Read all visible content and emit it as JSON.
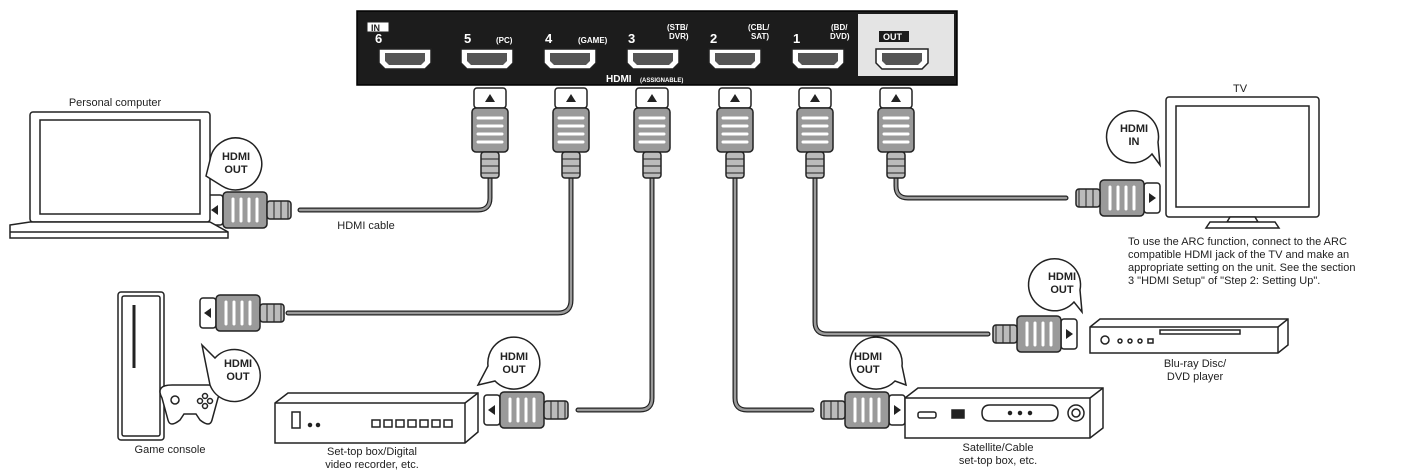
{
  "panel": {
    "in_tag": "IN",
    "out_tag": "OUT",
    "caption": "HDMI",
    "caption_sub": "(ASSIGNABLE)",
    "ports": [
      {
        "num": "6",
        "tag": ""
      },
      {
        "num": "5",
        "tag": "(PC)"
      },
      {
        "num": "4",
        "tag": "(GAME)"
      },
      {
        "num": "3",
        "tag": "(STB/ DVR)",
        "tag1": "(STB/",
        "tag2": "DVR)"
      },
      {
        "num": "2",
        "tag": "(CBL/ SAT)",
        "tag1": "(CBL/",
        "tag2": "SAT)"
      },
      {
        "num": "1",
        "tag": "(BD/ DVD)",
        "tag1": "(BD/",
        "tag2": "DVD)"
      }
    ]
  },
  "bubble": {
    "line1": "HDMI",
    "out": "OUT",
    "in": "IN"
  },
  "devices": {
    "pc": "Personal computer",
    "cable": "HDMI cable",
    "tv": "TV",
    "game": "Game console",
    "stb_line1": "Set-top box/Digital",
    "stb_line2": "video recorder, etc.",
    "sat_line1": "Satellite/Cable",
    "sat_line2": "set-top box, etc.",
    "bd_line1": "Blu-ray Disc/",
    "bd_line2": "DVD player"
  },
  "note": {
    "line1": "To use the ARC function, connect to the ARC",
    "line2": "compatible HDMI jack of the TV and make an",
    "line3": "appropriate setting on the unit. See the section",
    "line4": "3 \"HDMI Setup\" of \"Step 2: Setting Up\"."
  }
}
